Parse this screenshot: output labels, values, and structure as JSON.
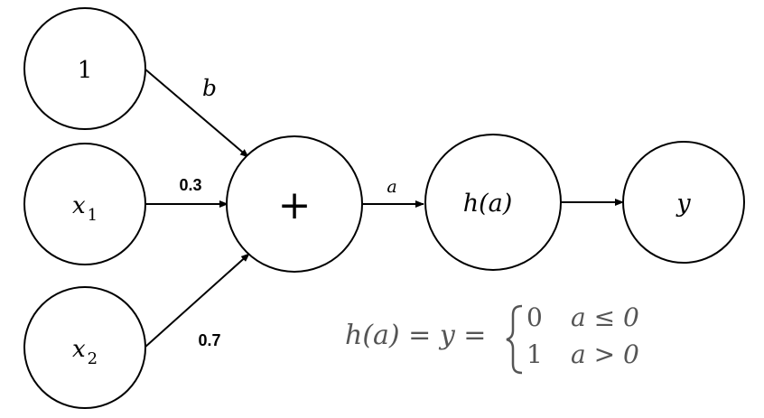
{
  "nodes": {
    "bias": {
      "label": "1"
    },
    "x1": {
      "base": "x",
      "sub": "1"
    },
    "x2": {
      "base": "x",
      "sub": "2"
    },
    "sum": {
      "label": "+"
    },
    "activation": {
      "label": "h(a)"
    },
    "output": {
      "label": "y"
    }
  },
  "edges": {
    "bias_weight": "b",
    "x1_weight": "0.3",
    "x2_weight": "0.7",
    "sum_output": "a"
  },
  "formula": {
    "lhs": "h(a) = y =",
    "case1_value": "0",
    "case1_condition": "a ≤ 0",
    "case2_value": "1",
    "case2_condition": "a > 0"
  },
  "colors": {
    "stroke": "#000000",
    "formula": "#555555"
  }
}
